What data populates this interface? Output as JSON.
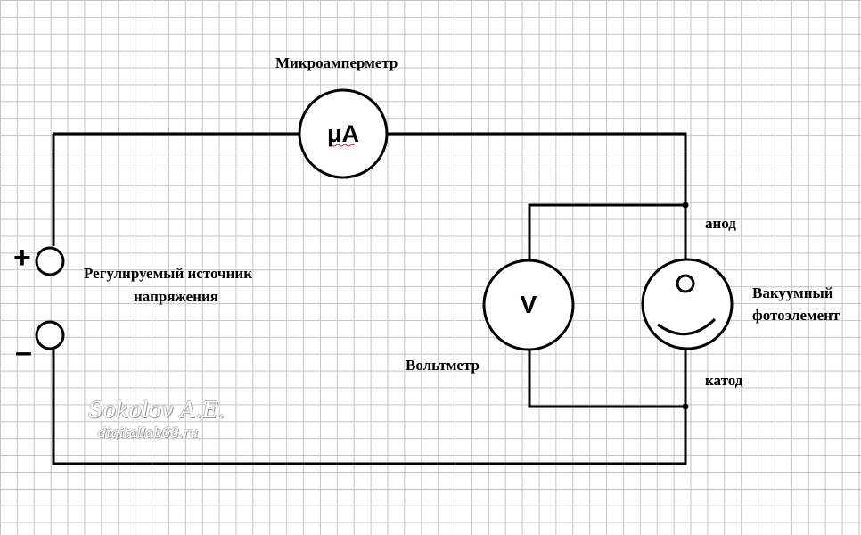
{
  "labels": {
    "microammeter": "Микроамперметр",
    "source_line1": "Регулируемый источник",
    "source_line2": "напряжения",
    "voltmeter": "Вольтметр",
    "anode": "анод",
    "cathode": "катод",
    "photocell_line1": "Вакуумный",
    "photocell_line2": "фотоэлемент"
  },
  "meters": {
    "microammeter_symbol": "μA",
    "voltmeter_symbol": "V"
  },
  "terminals": {
    "plus": "+",
    "minus": "–"
  },
  "watermark": {
    "author": "Sokolov A.E.",
    "site": "digitallab68.ru"
  },
  "colors": {
    "wire": "#000000",
    "grid": "#c4c4c4",
    "background": "#ffffff"
  }
}
